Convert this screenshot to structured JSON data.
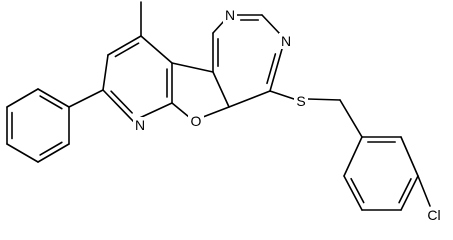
{
  "molecule": {
    "atoms": {
      "n_pyrimidine_top": "N",
      "n_pyrimidine_right": "N",
      "n_pyridine": "N",
      "o_furan": "O",
      "s_thioether": "S",
      "cl": "Cl"
    },
    "colors": {
      "bond": "#000000",
      "label": "#000000",
      "background": "#ffffff"
    }
  }
}
